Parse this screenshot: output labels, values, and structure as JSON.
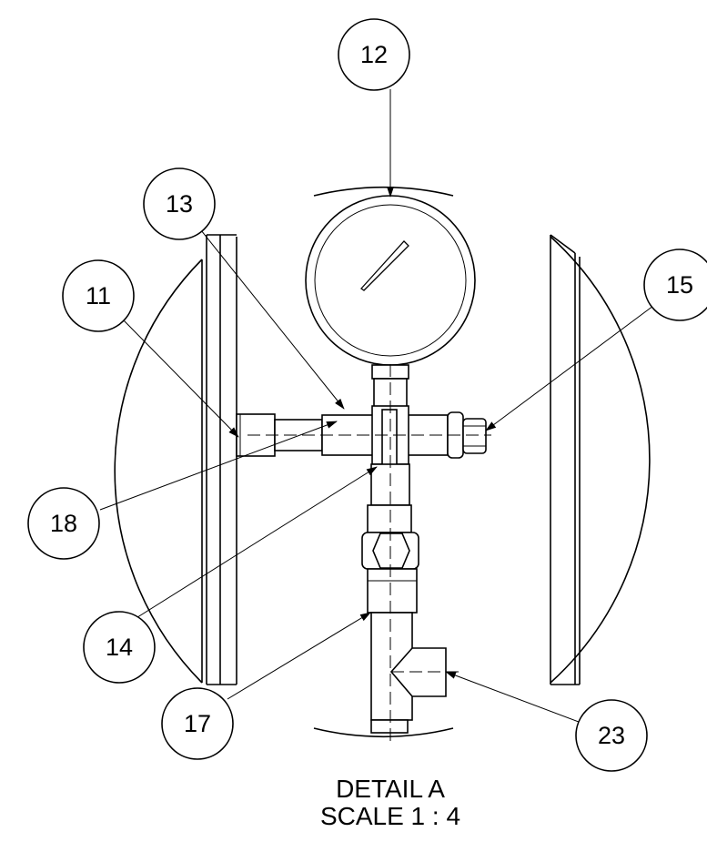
{
  "balloons": {
    "b11": "11",
    "b12": "12",
    "b13": "13",
    "b14": "14",
    "b15": "15",
    "b17": "17",
    "b18": "18",
    "b23": "23"
  },
  "title": {
    "line1": "DETAIL A",
    "line2": "SCALE 1 : 4"
  }
}
